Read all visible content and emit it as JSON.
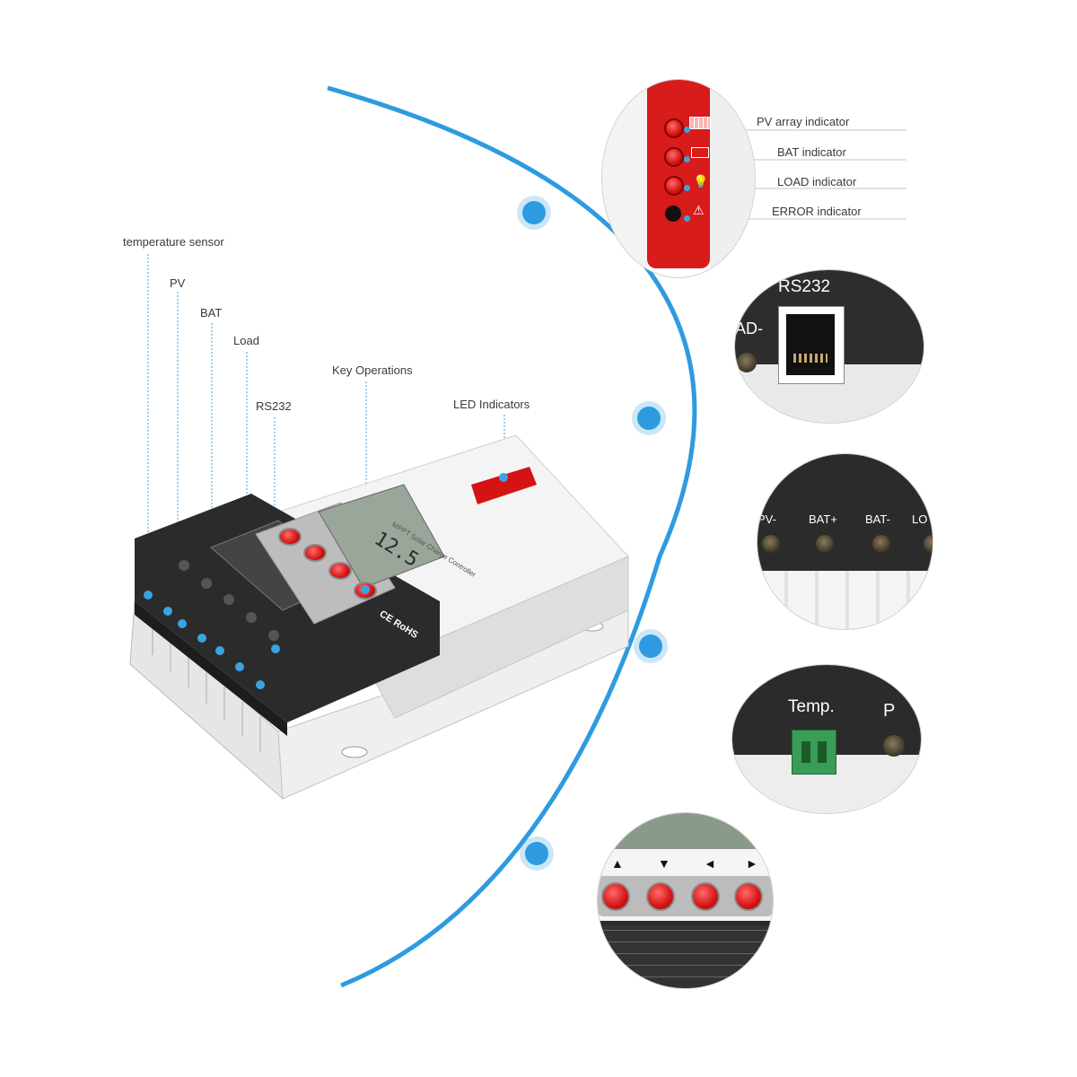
{
  "callouts": {
    "temperature_sensor": "temperature sensor",
    "pv": "PV",
    "bat": "BAT",
    "load": "Load",
    "rs232": "RS232",
    "key_operations": "Key Operations",
    "led_indicators": "LED Indicators"
  },
  "led_panel": {
    "pv_array": "PV array indicator",
    "bat": "BAT indicator",
    "load": "LOAD indicator",
    "error": "ERROR indicator"
  },
  "rs232_zoom": {
    "title": "RS232",
    "side_text": "AD-"
  },
  "terminals_zoom": {
    "pv": "PV-",
    "bat_plus": "BAT+",
    "bat_minus": "BAT-",
    "load": "LO"
  },
  "temp_zoom": {
    "title": "Temp.",
    "side_text": "P"
  },
  "keys_zoom": {
    "arrows": [
      "▲",
      "▼",
      "◄",
      "►"
    ]
  },
  "device": {
    "lcd_value": "12.5",
    "brand_text": "MPPT Solar Charge Controller",
    "cert": "CE RoHS"
  },
  "colors": {
    "accent": "#2e9be0",
    "led_red": "#d41313",
    "case_dark": "#2b2b2b"
  }
}
